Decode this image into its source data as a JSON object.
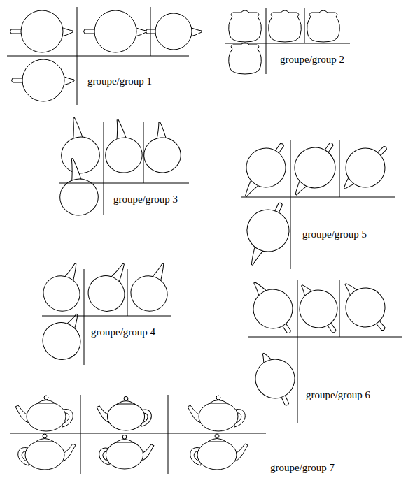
{
  "diagram": {
    "labels": [
      "groupe/group 1",
      "groupe/group 2",
      "groupe/group 3",
      "groupe/group 4",
      "groupe/group 5",
      "groupe/group 6",
      "groupe/group 7"
    ]
  }
}
